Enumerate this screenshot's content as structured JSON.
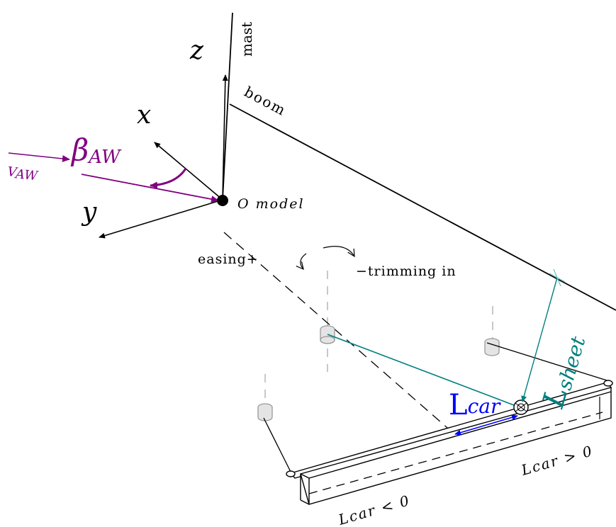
{
  "labels": {
    "mast": "mast",
    "z": "z",
    "boom": "boom",
    "x": "x",
    "y": "y",
    "v_aw": "V",
    "v_aw_sub": "AW",
    "beta": "β",
    "beta_sub": "AW",
    "origin": "O model",
    "easing": "easing+",
    "trimming": "−trimming in",
    "l_sheet": "L",
    "l_sheet_sub": "sheet",
    "l_car": "L",
    "l_car_sub": "car",
    "l_car_pos": "Lcar > 0",
    "l_car_neg": "Lcar < 0"
  },
  "colors": {
    "ink": "#000000",
    "purple": "#800080",
    "teal": "#008080",
    "blue": "#0000ff",
    "light_teal": "#7fbfbf",
    "gray": "#999999"
  }
}
